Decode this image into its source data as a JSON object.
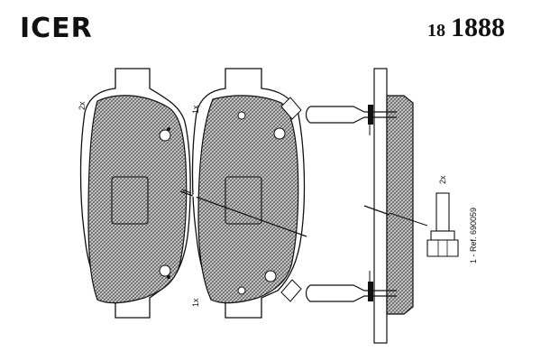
{
  "header": {
    "brand": "ICER",
    "part_prefix": "18",
    "part_number": "1888"
  },
  "labels": {
    "qty_pad_left": "2x",
    "qty_pad_mid_top": "1x",
    "qty_pad_mid_bottom": "1x",
    "qty_sensor": "2x",
    "sensor_ref": "1 - Ref. 690059"
  },
  "colors": {
    "line": "#111111",
    "hatch": "#444444"
  }
}
